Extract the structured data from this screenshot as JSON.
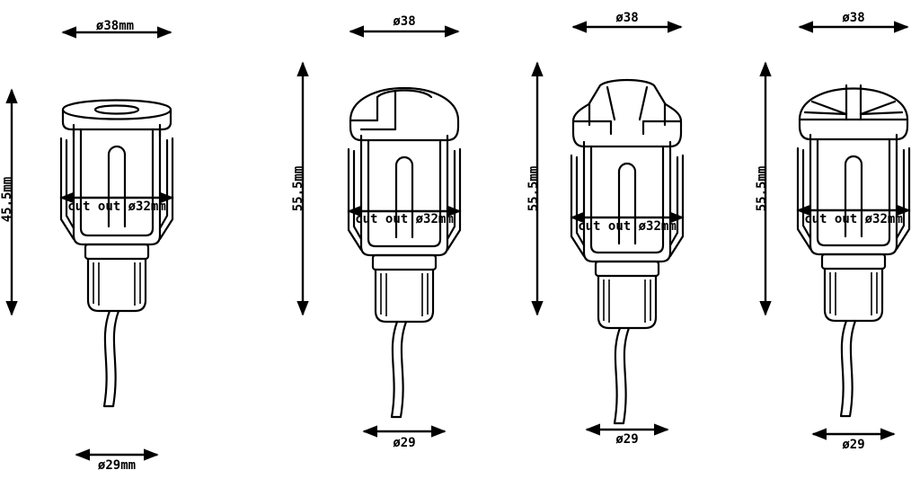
{
  "colors": {
    "stroke": "#000000",
    "background": "#ffffff"
  },
  "fixtures": [
    {
      "cap": "flat-ring",
      "top_dim": "ø38mm",
      "height_dim": "45.5mm",
      "cutout": "cut out ø32mm",
      "bottom_dim": "ø29mm"
    },
    {
      "cap": "half-dome",
      "top_dim": "ø38",
      "height_dim": "55.5mm",
      "cutout": "cut out ø32mm",
      "bottom_dim": "ø29"
    },
    {
      "cap": "slotted-dome",
      "top_dim": "ø38",
      "height_dim": "55.5mm",
      "cutout": "cut out ø32mm",
      "bottom_dim": "ø29"
    },
    {
      "cap": "cross-dome",
      "top_dim": "ø38",
      "height_dim": "55.5mm",
      "cutout": "cut out ø32mm",
      "bottom_dim": "ø29"
    }
  ]
}
